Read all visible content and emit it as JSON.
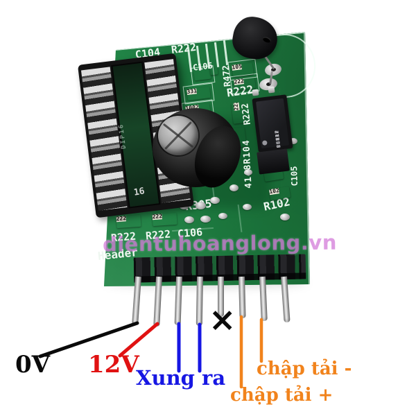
{
  "watermark": {
    "text": "dientuhoanglong.vn",
    "color": "#cf6ed5"
  },
  "annotations": {
    "v0": "0V",
    "v12": "12V",
    "xung_ra": "Xung ra",
    "x_mark": "×",
    "chap_tai_plus": "chập tải +",
    "chap_tai_minus": "chập tải -",
    "colors": {
      "black": "#0a0a0a",
      "red": "#e01212",
      "blue": "#1717e3",
      "orange": "#f1831c"
    },
    "pin_map": [
      {
        "pin": 1,
        "label": "0V"
      },
      {
        "pin": 2,
        "label": "12V"
      },
      {
        "pin": 3,
        "label": "Xung ra"
      },
      {
        "pin": 4,
        "label": "Xung ra"
      },
      {
        "pin": 5,
        "label": "×"
      },
      {
        "pin": 6,
        "label": "chập tải +"
      },
      {
        "pin": 7,
        "label": "chập tải -"
      }
    ]
  },
  "board": {
    "silkscreen": {
      "c104": "C104",
      "r222_top": "R222",
      "c105_top": "C105",
      "r472": "R472",
      "r222_mid": "R222",
      "r222_vert": "R222",
      "col_4148_r104": "4148R104",
      "c105_right": "C105",
      "r102": "R102",
      "r305": "R305",
      "r222_bottom1": "R222",
      "r222_bottom2": "R222",
      "c106": "C106",
      "header": "Header"
    },
    "socket": {
      "pin_count": "16",
      "type": "DIP16"
    },
    "optocoupler": {
      "line1": "C.N12",
      "line2": "PC817",
      "line3": "SHARP"
    },
    "smd": {
      "s331": "331",
      "s1002": "1002",
      "s105": "105",
      "s222_top": "222",
      "s222_vert": "222",
      "s222_b1": "222",
      "s222_b2": "222",
      "s102": "102"
    },
    "colors": {
      "solder_mask": "#1e7c42",
      "silkscreen": "#eef7f0"
    },
    "header_pin_count": 8
  }
}
